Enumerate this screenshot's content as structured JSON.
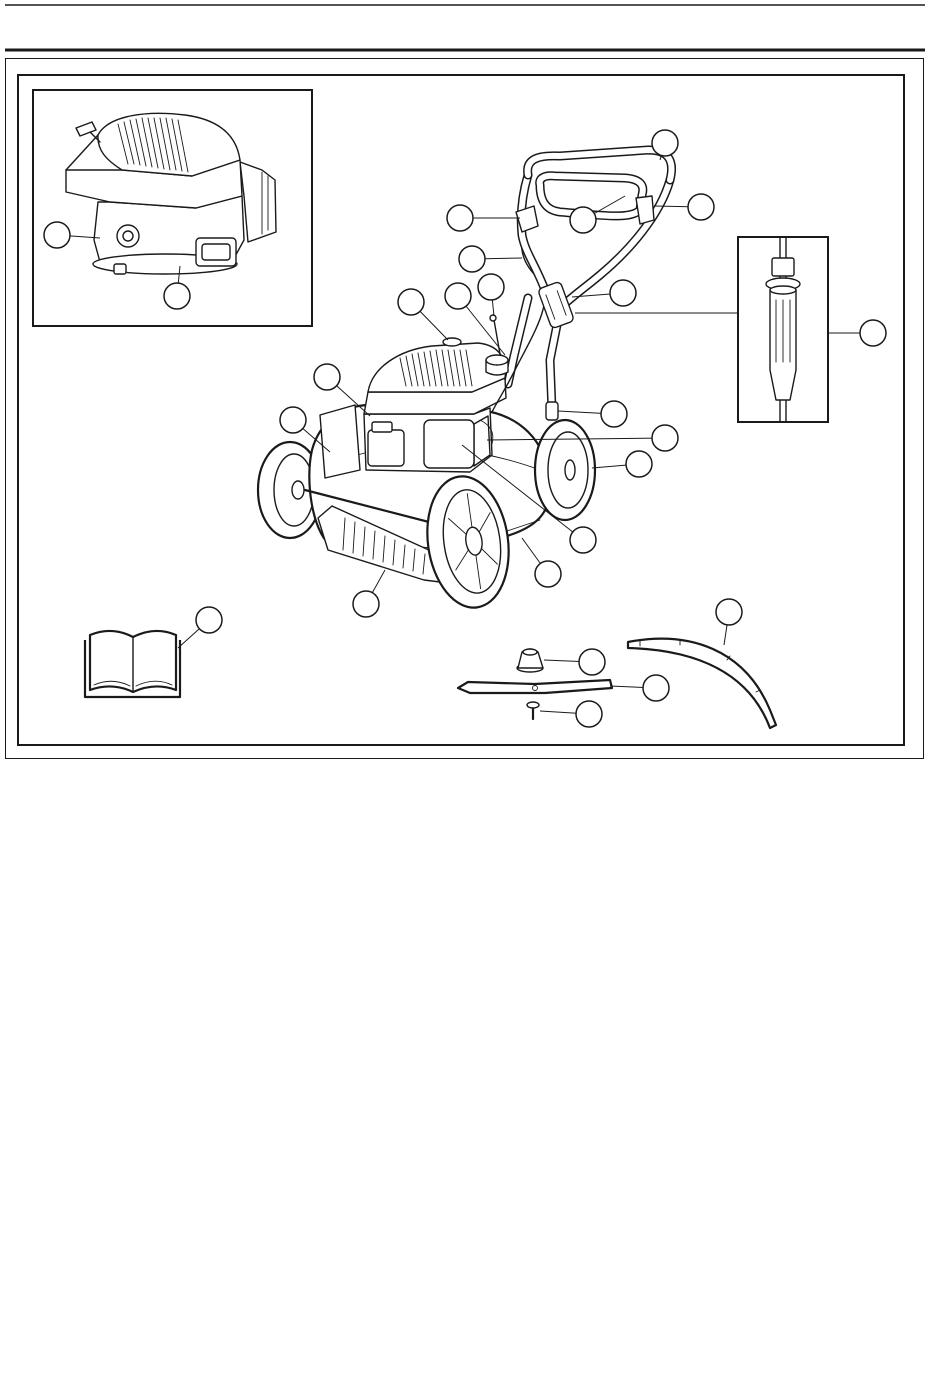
{
  "colors": {
    "ink": "#1a1a1a",
    "paper": "#ffffff"
  },
  "icons": {
    "engine_inset": "engine-illustration",
    "mower": "lawn-mower-illustration",
    "handle_detail": "handle-sleeve-detail",
    "manual": "operator-manual-book-icon",
    "blade_nut": "blade-nut-icon",
    "blade": "mower-blade-icon",
    "blade_bolt": "blade-bolt-icon",
    "blade_guard": "deflector-guard-icon"
  }
}
